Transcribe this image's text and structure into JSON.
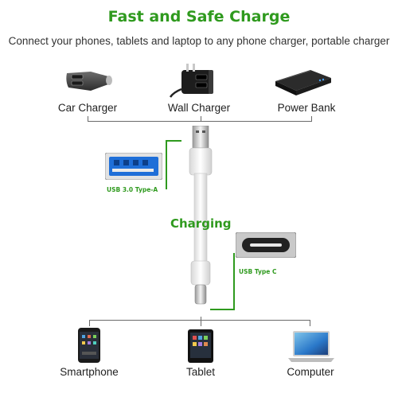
{
  "header": {
    "title": "Fast and Safe Charge",
    "subtitle": "Connect your phones, tablets and laptop to any phone charger, portable charger"
  },
  "sources": [
    {
      "label": "Car Charger",
      "icon": "car-charger-icon"
    },
    {
      "label": "Wall Charger",
      "icon": "wall-charger-icon"
    },
    {
      "label": "Power Bank",
      "icon": "power-bank-icon"
    }
  ],
  "cable": {
    "usb_a_label": "USB 3.0 Type-A",
    "usb_c_label": "USB Type C",
    "status": "Charging"
  },
  "devices": [
    {
      "label": "Smartphone",
      "icon": "smartphone-icon"
    },
    {
      "label": "Tablet",
      "icon": "tablet-icon"
    },
    {
      "label": "Computer",
      "icon": "laptop-icon"
    }
  ],
  "colors": {
    "accent": "#2f9a1e",
    "usb3_blue": "#1f6fd8"
  }
}
